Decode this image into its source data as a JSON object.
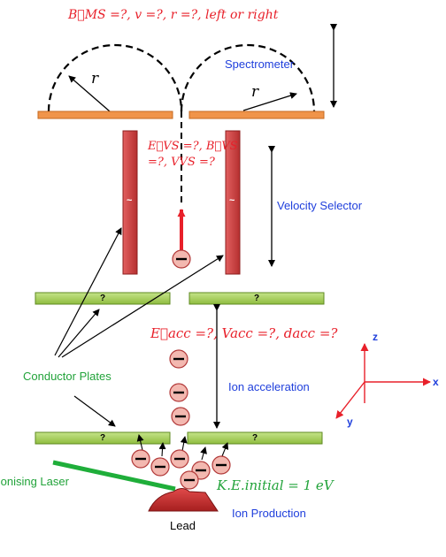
{
  "labels": {
    "spectrometer": "Spectrometer",
    "velocity_selector": "Velocity Selector",
    "conductor_plates": "Conductor Plates",
    "ion_acceleration": "Ion acceleration",
    "ionising_laser": "Ionising Laser",
    "ion_production": "Ion Production",
    "lead": "Lead"
  },
  "equations": {
    "b_ms": "B⃗MS =?, v =?, r =?, left or right",
    "e_vs_line1": "E⃗VS =?, B⃗VS",
    "e_vs_line2": "=?, VVS =?",
    "e_acc": "E⃗acc =?, Vacc =?, dacc =?",
    "ke_initial": "K.E.initial = 1 eV"
  },
  "radius_label": "r",
  "plate_marks": {
    "question": "?",
    "tilde": "~"
  },
  "axes": {
    "x": "x",
    "y": "y",
    "z": "z"
  },
  "ion_charge": "−",
  "colors": {
    "spectrometer_plate": "#f0944a",
    "selector_plate": "#d24848",
    "conductor_plate": "#a6d058",
    "blue_text": "#1f3fdc",
    "green_text": "#22a33a",
    "red_text": "#e8202a",
    "ion_fill": "#f3b8b0"
  }
}
